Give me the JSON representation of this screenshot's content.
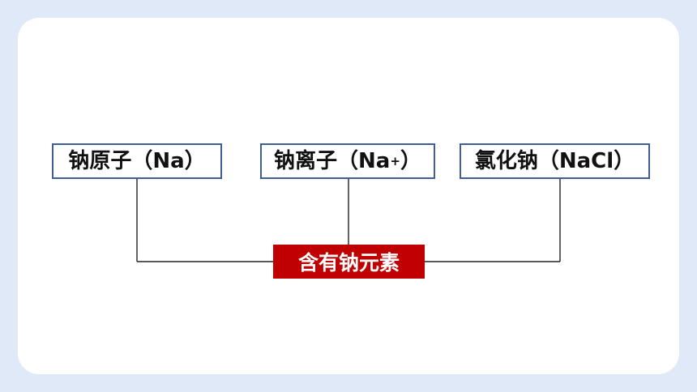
{
  "diagram": {
    "nodes": [
      {
        "id": "atom",
        "label": "钠原子（Na）"
      },
      {
        "id": "ion",
        "label_main": "钠离子（Na",
        "label_sup": "+",
        "label_close": "）"
      },
      {
        "id": "salt",
        "label": "氯化钠（NaCl）"
      }
    ],
    "center": {
      "label": "含有钠元素"
    },
    "colors": {
      "background": "#dfe9f7",
      "card": "#ffffff",
      "box_border": "#3f5d97",
      "center_fill": "#c00000",
      "line": "#222222"
    }
  }
}
